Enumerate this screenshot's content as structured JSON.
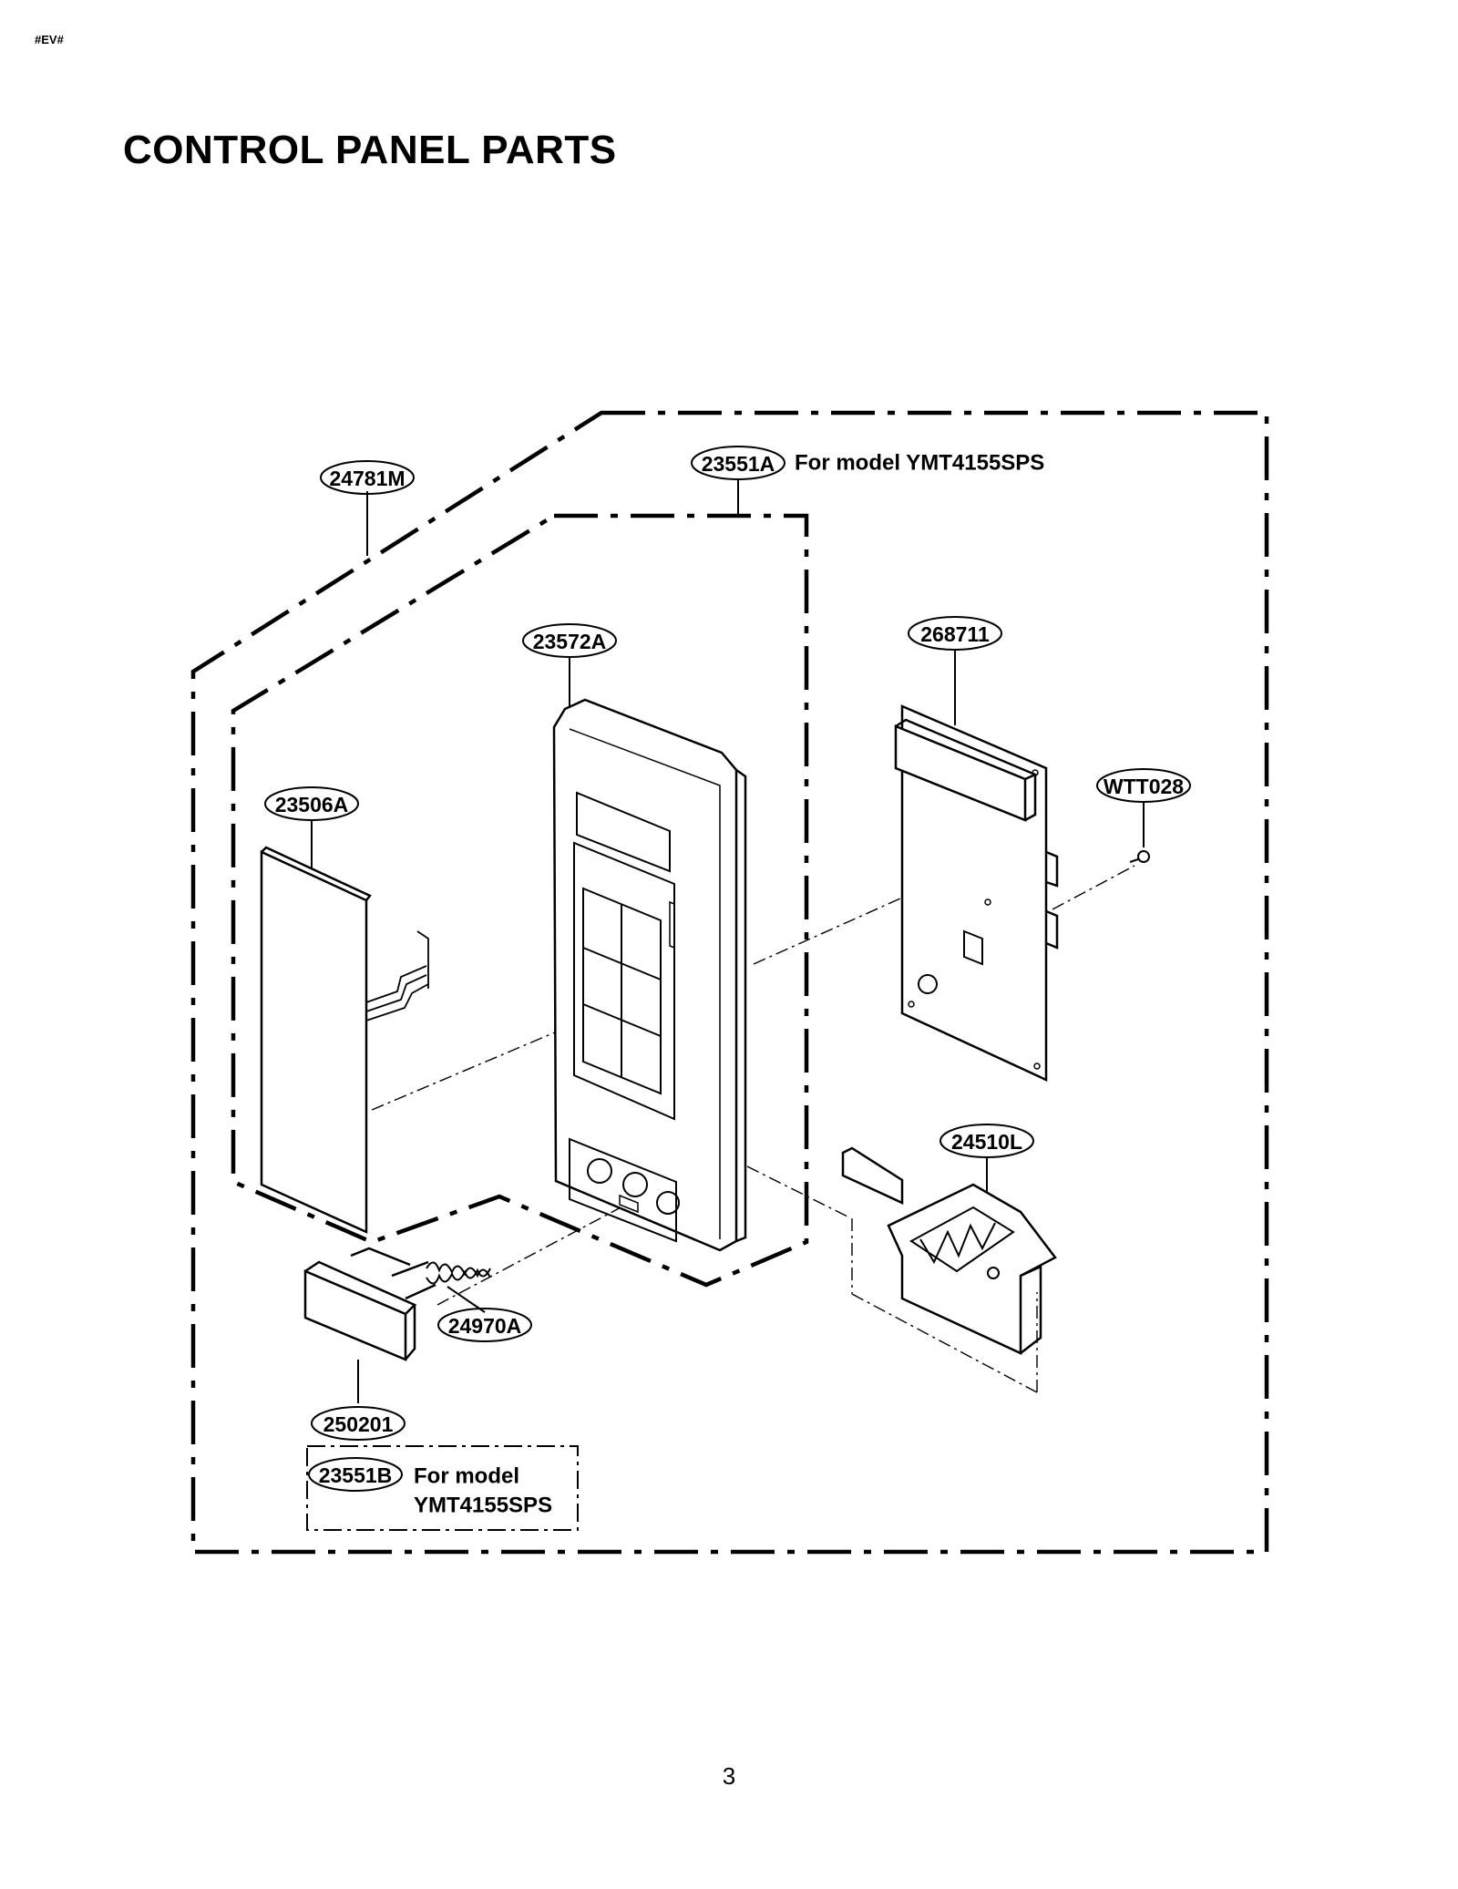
{
  "header": {
    "tag": "#EV#",
    "title": "CONTROL PANEL PARTS"
  },
  "footer": {
    "page_number": "3"
  },
  "parts": {
    "p24781M": "24781M",
    "p23551A": "23551A",
    "p23572A": "23572A",
    "p268711": "268711",
    "pWTT028": "WTT028",
    "p23506A": "23506A",
    "p24510L": "24510L",
    "p24970A": "24970A",
    "p250201": "250201",
    "p23551B": "23551B"
  },
  "notes": {
    "model_23551A": "For model YMT4155SPS",
    "model_23551B_line1": "For model",
    "model_23551B_line2": "YMT4155SPS"
  }
}
